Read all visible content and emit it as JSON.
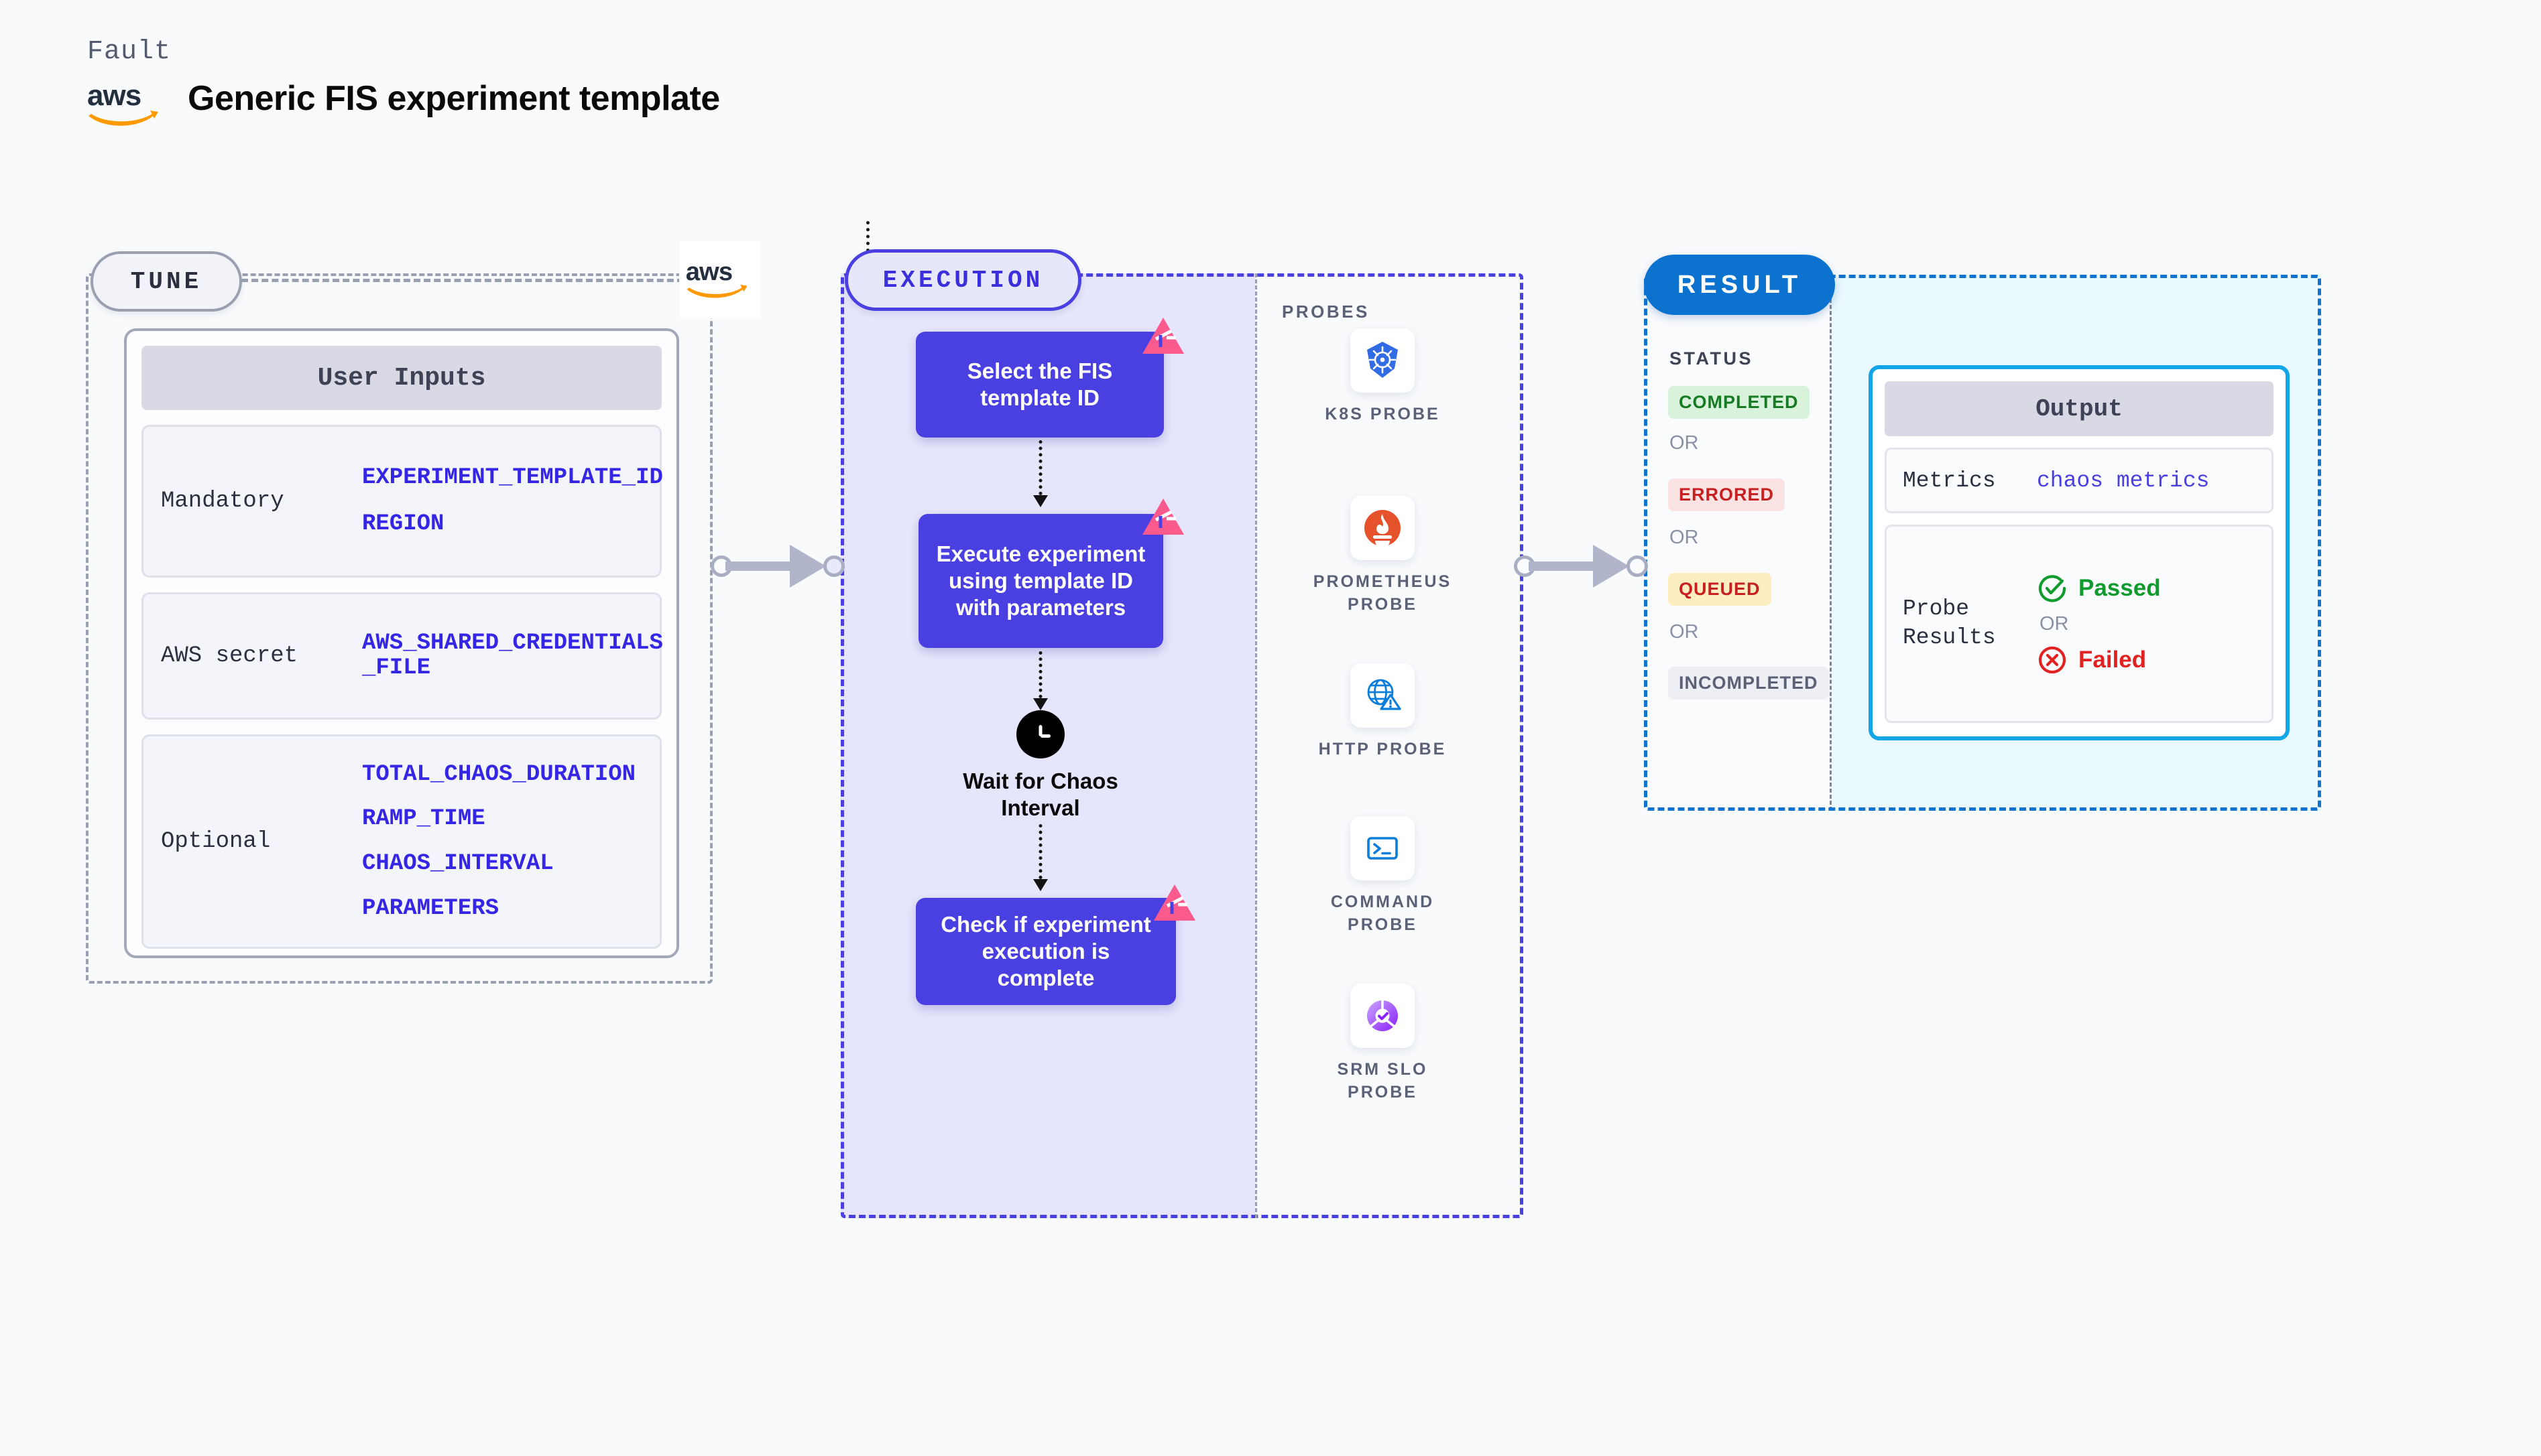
{
  "header": {
    "eyebrow": "Fault",
    "title": "Generic FIS experiment template",
    "logo_alt": "aws-logo"
  },
  "tune": {
    "badge": "TUNE",
    "card_title": "User Inputs",
    "rows": [
      {
        "label": "Mandatory",
        "vars": [
          "EXPERIMENT_TEMPLATE_ID",
          "REGION"
        ]
      },
      {
        "label": "AWS secret",
        "vars": [
          "AWS_SHARED_CREDENTIALS",
          "_FILE"
        ]
      },
      {
        "label": "Optional",
        "vars": [
          "TOTAL_CHAOS_DURATION",
          "RAMP_TIME",
          "CHAOS_INTERVAL",
          "PARAMETERS"
        ]
      }
    ]
  },
  "execution": {
    "badge": "EXECUTION",
    "steps": [
      {
        "text": "Select the FIS template ID"
      },
      {
        "text": "Execute experiment using template ID with parameters"
      },
      {
        "text": "Check if experiment execution is complete"
      }
    ],
    "wait_node": {
      "label": "Wait for Chaos Interval",
      "icon": "clock-icon"
    }
  },
  "probes": {
    "title": "PROBES",
    "items": [
      {
        "label": "K8S PROBE",
        "icon": "kubernetes-icon"
      },
      {
        "label": "PROMETHEUS\nPROBE",
        "icon": "prometheus-icon"
      },
      {
        "label": "HTTP PROBE",
        "icon": "http-globe-warning-icon"
      },
      {
        "label": "COMMAND\nPROBE",
        "icon": "terminal-icon"
      },
      {
        "label": "SRM SLO\nPROBE",
        "icon": "srm-slo-icon"
      }
    ]
  },
  "result": {
    "badge": "RESULT",
    "status_title": "STATUS",
    "or_text": "OR",
    "statuses": [
      {
        "label": "COMPLETED",
        "color": "#167b23",
        "bg": "#d9f2dc"
      },
      {
        "label": "ERRORED",
        "color": "#c62020",
        "bg": "#fce3e3"
      },
      {
        "label": "QUEUED",
        "color": "#c62020",
        "bg": "#fdeec2"
      },
      {
        "label": "INCOMPLETED",
        "color": "#5b6176",
        "bg": "#eeeff5"
      }
    ],
    "output": {
      "title": "Output",
      "metrics_label": "Metrics",
      "metrics_value": "chaos metrics",
      "probe_results_label": "Probe Results",
      "passed_label": "Passed",
      "failed_label": "Failed",
      "or_text": "OR"
    }
  },
  "colors": {
    "background": "#f8fafc",
    "tune_border": "#9aa0b0",
    "execution_accent": "#4a3fe0",
    "execution_fill": "#e5e5fb",
    "result_accent": "#1073cf",
    "result_fill": "#eaf9fe",
    "output_border": "#12a5e8",
    "var_text": "#3526e6",
    "aws_orange": "#ff9900",
    "litmus_pink": "#fb5a8d"
  }
}
